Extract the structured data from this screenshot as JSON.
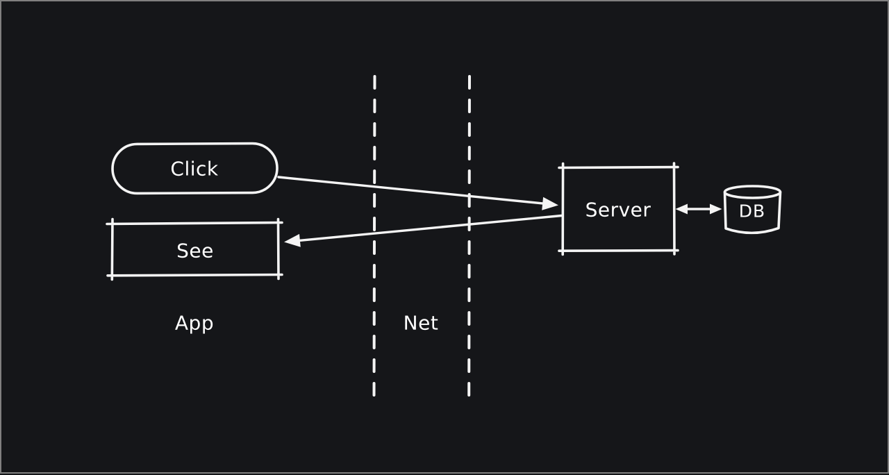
{
  "canvas": {
    "background": "#151619",
    "frame_border_color": "#808080",
    "stroke_color": "#f4f4f4"
  },
  "diagram": {
    "nodes": {
      "click": {
        "label": "Click",
        "shape": "pill"
      },
      "see": {
        "label": "See",
        "shape": "rectangle"
      },
      "server": {
        "label": "Server",
        "shape": "rectangle"
      },
      "db": {
        "label": "DB",
        "shape": "cylinder"
      }
    },
    "zones": {
      "app": {
        "label": "App"
      },
      "net": {
        "label": "Net"
      }
    },
    "edges": [
      {
        "id": "click-to-server",
        "from": "Click",
        "to": "Server",
        "arrows": "end"
      },
      {
        "id": "server-to-see",
        "from": "Server",
        "to": "See",
        "arrows": "end"
      },
      {
        "id": "server-db",
        "from": "Server",
        "to": "DB",
        "arrows": "both"
      }
    ]
  }
}
